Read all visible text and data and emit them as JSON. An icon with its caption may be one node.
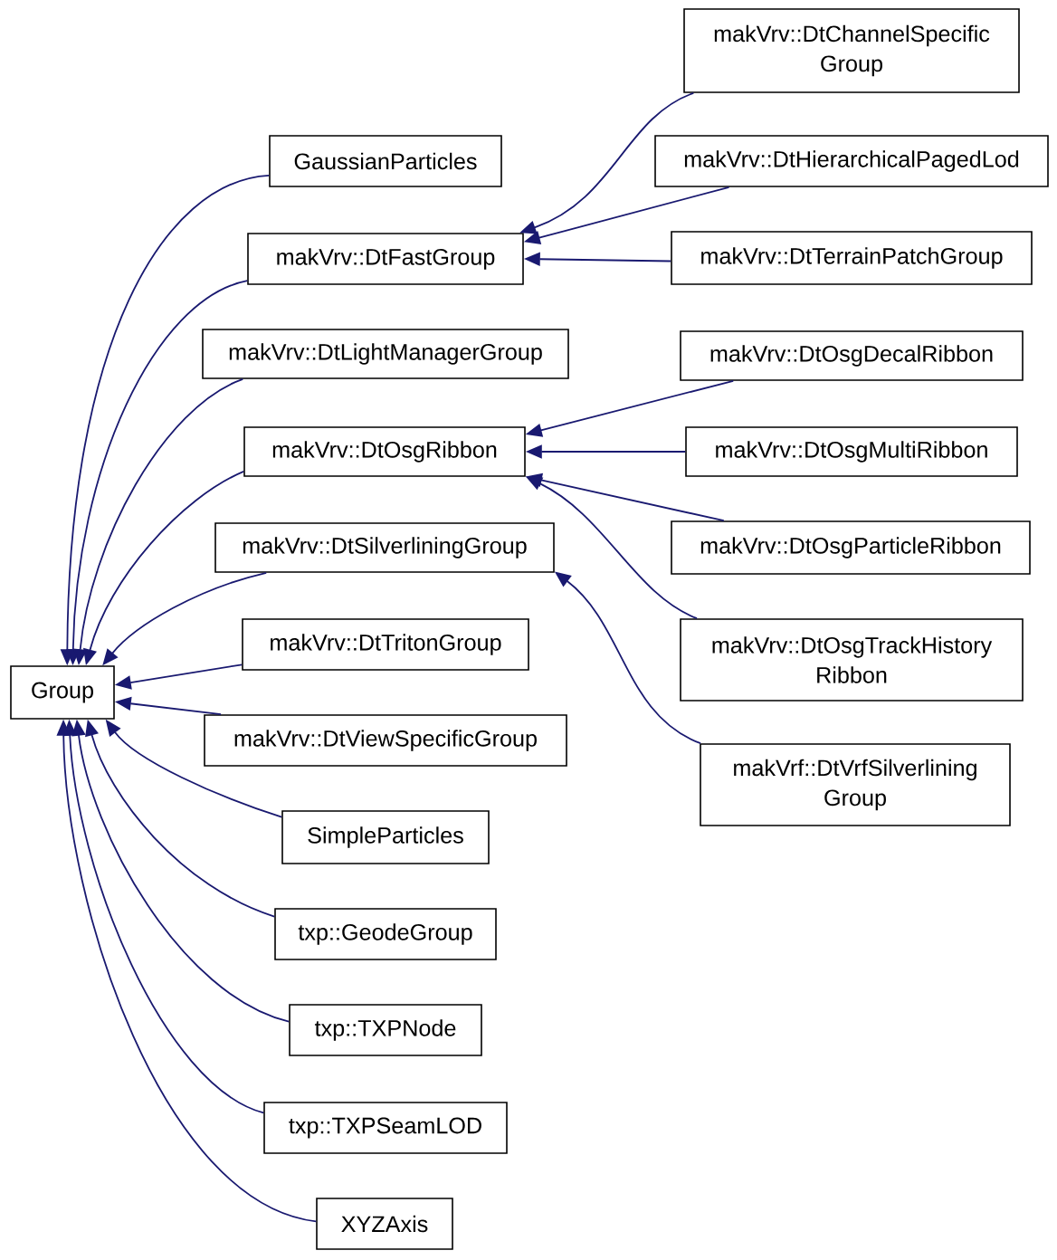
{
  "diagram": {
    "nodes": [
      {
        "text": [
          "Group"
        ]
      },
      {
        "text": [
          "GaussianParticles"
        ]
      },
      {
        "text": [
          "makVrv::DtFastGroup"
        ]
      },
      {
        "text": [
          "makVrv::DtLightManagerGroup"
        ]
      },
      {
        "text": [
          "makVrv::DtOsgRibbon"
        ]
      },
      {
        "text": [
          "makVrv::DtSilverliningGroup"
        ]
      },
      {
        "text": [
          "makVrv::DtTritonGroup"
        ]
      },
      {
        "text": [
          "makVrv::DtViewSpecificGroup"
        ]
      },
      {
        "text": [
          "SimpleParticles"
        ]
      },
      {
        "text": [
          "txp::GeodeGroup"
        ]
      },
      {
        "text": [
          "txp::TXPNode"
        ]
      },
      {
        "text": [
          "txp::TXPSeamLOD"
        ]
      },
      {
        "text": [
          "XYZAxis"
        ]
      },
      {
        "text": [
          "makVrv::DtChannelSpecific Group"
        ]
      },
      {
        "text": [
          "makVrv::DtHierarchicalPagedLod"
        ]
      },
      {
        "text": [
          "makVrv::DtTerrainPatchGroup"
        ]
      },
      {
        "text": [
          "makVrv::DtOsgDecalRibbon"
        ]
      },
      {
        "text": [
          "makVrv::DtOsgMultiRibbon"
        ]
      },
      {
        "text": [
          "makVrv::DtOsgParticleRibbon"
        ]
      },
      {
        "text": [
          "makVrv::DtOsgTrackHistory Ribbon"
        ]
      },
      {
        "text": [
          "makVrf::DtVrfSilverlining Group"
        ]
      }
    ],
    "edges": [
      {
        "from": 1,
        "to": 0,
        "arrow": "to"
      },
      {
        "from": 2,
        "to": 0,
        "arrow": "to"
      },
      {
        "from": 3,
        "to": 0,
        "arrow": "to"
      },
      {
        "from": 4,
        "to": 0,
        "arrow": "to"
      },
      {
        "from": 5,
        "to": 0,
        "arrow": "to"
      },
      {
        "from": 6,
        "to": 0,
        "arrow": "to"
      },
      {
        "from": 7,
        "to": 0,
        "arrow": "to"
      },
      {
        "from": 8,
        "to": 0,
        "arrow": "to"
      },
      {
        "from": 9,
        "to": 0,
        "arrow": "to"
      },
      {
        "from": 10,
        "to": 0,
        "arrow": "to"
      },
      {
        "from": 11,
        "to": 0,
        "arrow": "to"
      },
      {
        "from": 12,
        "to": 0,
        "arrow": "to"
      },
      {
        "from": 13,
        "to": 2,
        "arrow": "to"
      },
      {
        "from": 14,
        "to": 2,
        "arrow": "to"
      },
      {
        "from": 15,
        "to": 2,
        "arrow": "to"
      },
      {
        "from": 16,
        "to": 4,
        "arrow": "to"
      },
      {
        "from": 17,
        "to": 4,
        "arrow": "to"
      },
      {
        "from": 18,
        "to": 4,
        "arrow": "to"
      },
      {
        "from": 19,
        "to": 4,
        "arrow": "to"
      },
      {
        "from": 20,
        "to": 5,
        "arrow": "to"
      }
    ]
  }
}
